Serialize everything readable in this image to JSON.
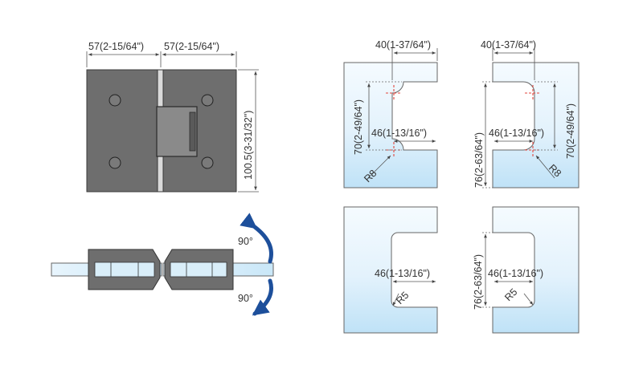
{
  "dimensions": {
    "hinge_width_left": "57(2-15/64\")",
    "hinge_width_right": "57(2-15/64\")",
    "hinge_height": "100.5(3-31/32\")",
    "cutout_width": "40(1-37/64\")",
    "cutout_depth": "46(1-13/16\")",
    "cutout_height_70": "70(2-49/64\")",
    "cutout_height_76": "76(2-63/64\")",
    "radius_r8": "R8",
    "radius_r5": "R5"
  },
  "rotation": {
    "angle_top": "90°",
    "angle_bottom": "90°"
  },
  "colors": {
    "metal": "#6e6e6e",
    "glass_top": "#f2f9fe",
    "glass_bottom": "#c7e6f8",
    "arrow": "#1d4f9b",
    "mark": "#e2453c"
  }
}
